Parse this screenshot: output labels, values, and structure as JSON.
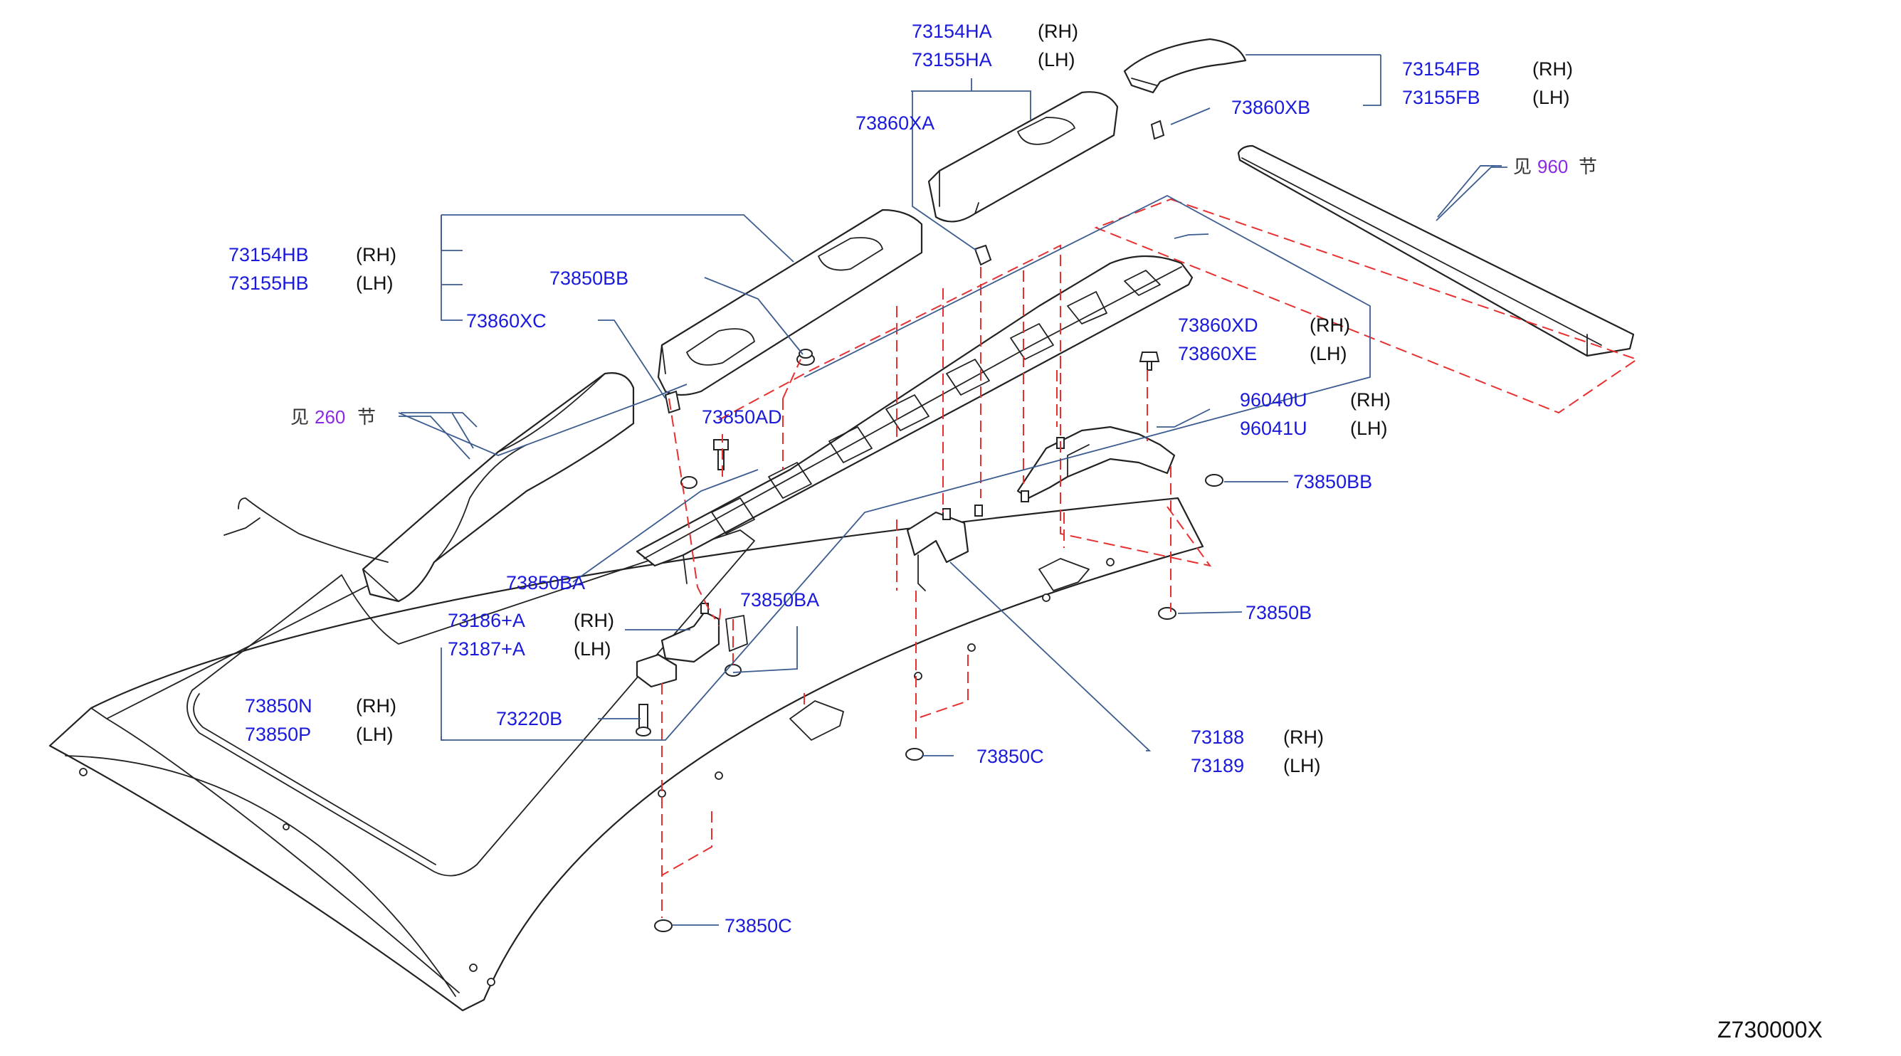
{
  "colors": {
    "part_number": "#1a1adc",
    "side_text": "#111111",
    "section_ref": "#8a2be2",
    "leader_line": "#3c5c90",
    "hidden_line": "#e83030"
  },
  "callouts": {
    "c1": {
      "num": "73154HA",
      "side": "(RH)"
    },
    "c2": {
      "num": "73155HA",
      "side": "(LH)"
    },
    "c3": {
      "num": "73860XA"
    },
    "c4": {
      "num": "73154FB",
      "side": "(RH)"
    },
    "c5": {
      "num": "73155FB",
      "side": "(LH)"
    },
    "c6": {
      "num": "73860XB"
    },
    "c7": {
      "num": "73154HB",
      "side": "(RH)"
    },
    "c8": {
      "num": "73155HB",
      "side": "(LH)"
    },
    "c9": {
      "num": "73850BB"
    },
    "c10": {
      "num": "73860XC"
    },
    "c11": {
      "num": "73860XD",
      "side": "(RH)"
    },
    "c12": {
      "num": "73860XE",
      "side": "(LH)"
    },
    "c13": {
      "num": "73850AD"
    },
    "c14": {
      "num": "96040U",
      "side": "(RH)"
    },
    "c15": {
      "num": "96041U",
      "side": "(LH)"
    },
    "c16": {
      "num": "73850BB"
    },
    "c17": {
      "num": "73850BA"
    },
    "c18": {
      "num": "73850BA"
    },
    "c19": {
      "num": "73186+A",
      "side": "(RH)"
    },
    "c20": {
      "num": "73187+A",
      "side": "(LH)"
    },
    "c21": {
      "num": "73850B"
    },
    "c22": {
      "num": "73850N",
      "side": "(RH)"
    },
    "c23": {
      "num": "73850P",
      "side": "(LH)"
    },
    "c24": {
      "num": "73220B"
    },
    "c25": {
      "num": "73850C"
    },
    "c26": {
      "num": "73188",
      "side": "(RH)"
    },
    "c27": {
      "num": "73189",
      "side": "(LH)"
    },
    "c28": {
      "num": "73850C"
    }
  },
  "see_refs": {
    "r1": {
      "prefix": "见",
      "num": "960",
      "suffix": "节"
    },
    "r2": {
      "prefix": "见",
      "num": "260",
      "suffix": "节"
    }
  },
  "diagram_code": "Z730000X"
}
